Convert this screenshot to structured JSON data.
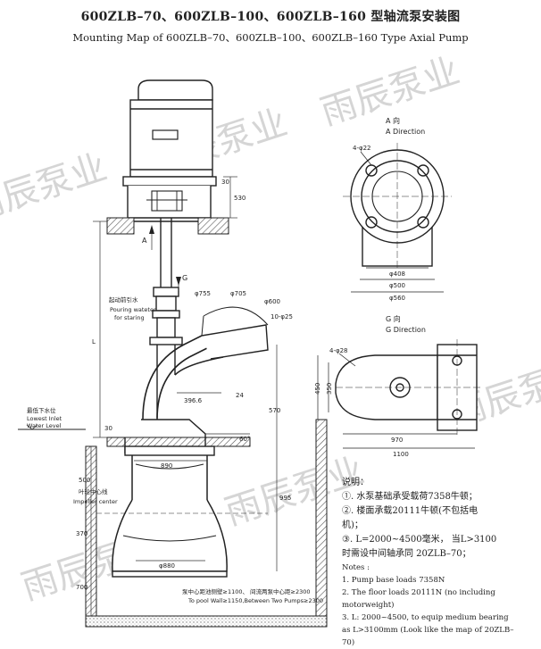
{
  "title_zh": "600ZLB–70、600ZLB–100、600ZLB–160 型轴流泵安装图",
  "title_en": "Mounting Map of 600ZLB–70、600ZLB–100、600ZLB–160 Type Axial Pump",
  "watermark": "雨辰泵业",
  "views": {
    "a": {
      "zh": "A 向",
      "en": "A Direction",
      "marker": "A"
    },
    "g": {
      "zh": "G 向",
      "en": "G Direction",
      "marker": "G"
    }
  },
  "labels": {
    "pouring_zh": "起动前引水",
    "pouring_en1": "Pouring wateter",
    "pouring_en2": "for staring",
    "lowest_zh": "最低下水位",
    "lowest_en1": "Lowest Inlet",
    "lowest_en2": "Water Level",
    "impeller_zh": "叶轮中心线",
    "impeller_en": "Impeller center",
    "wall_zh": "泵中心距池侧壁≥1100、 间流两泵中心距≥2300",
    "wall_en": "To pool Wall≥1150,Between Two Pumps≥2300"
  },
  "dims": {
    "d530": "530",
    "d30a": "30",
    "L": "L",
    "phi755": "φ755",
    "phi705": "φ705",
    "phi600": "φ600",
    "tenphi25": "10-φ25",
    "d396": "396.6",
    "d24": "24",
    "d570": "570",
    "d60": "60°",
    "d30b": "30",
    "d890": "890",
    "d500": "500",
    "d995": "995",
    "d370": "370",
    "phi880": "φ880",
    "d700": "700",
    "fourphi22": "4-φ22",
    "phi408": "φ408",
    "phi500": "φ500",
    "phi560": "φ560",
    "fourphi28": "4-φ28",
    "d450": "450",
    "d350": "350",
    "d970": "970",
    "d1100": "1100"
  },
  "notes": {
    "heading": "说明：",
    "zh": [
      "①.  水泵基础承受载荷7358牛顿；",
      "②.  楼面承载20111牛顿(不包括电",
      "机)；",
      "③.  L=2000~4500毫米， 当L>3100",
      "时需设中间轴承同 20ZLB–70；"
    ],
    "en_heading": "Notes :",
    "en": [
      "1.  Pump base loads 7358N",
      "2.  The floor loads 20111N (no including",
      "motorweight)",
      "3.  L: 2000~4500, to equip medium bearing",
      "as L>3100mm (Look like the map of 20ZLB–",
      "70)"
    ]
  }
}
